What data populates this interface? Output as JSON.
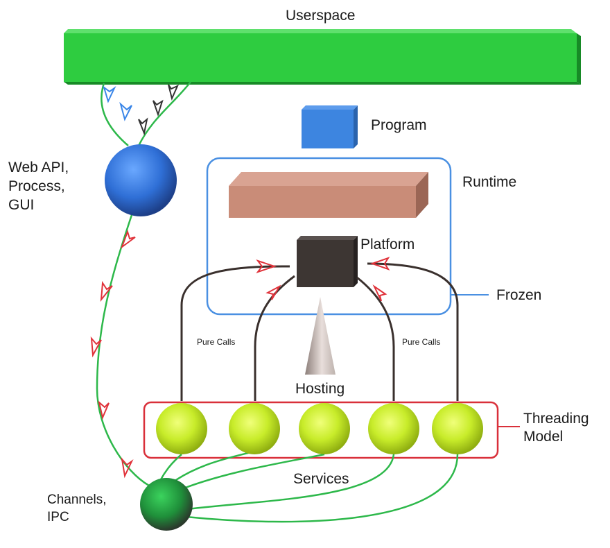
{
  "labels": {
    "userspace": "Userspace",
    "program": "Program",
    "runtime": "Runtime",
    "platform": "Platform",
    "frozen": "Frozen",
    "hosting": "Hosting",
    "threading_model": [
      "Threading",
      "Model"
    ],
    "services": "Services",
    "web_api": [
      "Web API,",
      "Process,",
      "GUI"
    ],
    "channels": [
      "Channels,",
      "IPC"
    ],
    "pure_calls_left": "Pure Calls",
    "pure_calls_right": "Pure Calls"
  },
  "colors": {
    "userspace_bar": "#2ecc40",
    "program_block": "#3d85e0",
    "runtime_block": "#c98c78",
    "platform_block": "#3d3633",
    "frozen_outline": "#4a90e2",
    "threading_outline": "#d9303a",
    "service_ball": "#c8ec2a",
    "web_api_ball": "#2f6fd6",
    "channels_ball": "#1f8f3a",
    "green_link": "#2db84a",
    "red_arrow": "#e0323a",
    "blue_arrow": "#3a86e8",
    "dark_arrow": "#333333",
    "pure_call_line": "#3a302d"
  },
  "service_count": 5
}
